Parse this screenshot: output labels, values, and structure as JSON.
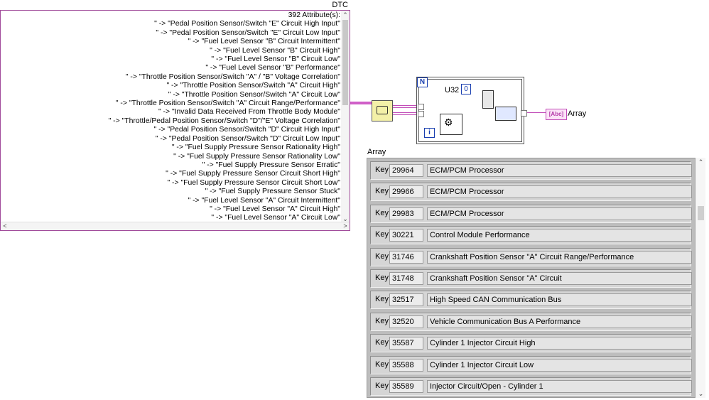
{
  "dtc_dictionary": {
    "title": "DTC Dictionary",
    "attribute_count": "392 Attribute(s):",
    "lines": [
      "\" -> \"Pedal Position Sensor/Switch \"E\" Circuit High Input\"",
      "\" -> \"Pedal Position Sensor/Switch \"E\" Circuit Low Input\"",
      "\" -> \"Fuel Level Sensor \"B\" Circuit Intermittent\"",
      "\" -> \"Fuel Level Sensor \"B\" Circuit High\"",
      "\" -> \"Fuel Level Sensor \"B\" Circuit Low\"",
      "\" -> \"Fuel Level Sensor \"B\" Performance\"",
      "\" -> \"Throttle Position Sensor/Switch \"A\" / \"B\" Voltage Correlation\"",
      "\" -> \"Throttle Position Sensor/Switch \"A\" Circuit High\"",
      "\" -> \"Throttle Position Sensor/Switch \"A\" Circuit Low\"",
      "\" -> \"Throttle Position Sensor/Switch \"A\" Circuit Range/Performance\"",
      "\" -> \"Invalid Data Received From Throttle Body Module\"",
      "\" -> \"Throttle/Pedal Position Sensor/Switch \"D\"/\"E\" Voltage Correlation\"",
      "\" -> \"Pedal Position Sensor/Switch \"D\" Circuit High Input\"",
      "\" -> \"Pedal Position Sensor/Switch \"D\" Circuit Low Input\"",
      "\" -> \"Fuel Supply Pressure Sensor Rationality High\"",
      "\" -> \"Fuel Supply Pressure Sensor Rationality Low\"",
      "\" -> \"Fuel Supply Pressure Sensor Erratic\"",
      "\" -> \"Fuel Supply Pressure Sensor Circuit Short High\"",
      "\" -> \"Fuel Supply Pressure Sensor Circuit Short Low\"",
      "\" -> \"Fuel Supply Pressure Sensor Stuck\"",
      "\" -> \"Fuel Level Sensor \"A\" Circuit Intermittent\"",
      "\" -> \"Fuel Level Sensor \"A\" Circuit High\"",
      "\" -> \"Fuel Level Sensor \"A\" Circuit Low\""
    ]
  },
  "diagram": {
    "loop_count_label": "N",
    "iteration_label": "i",
    "u32_label": "U32",
    "u32_const": "0",
    "array_terminal_label": "Array",
    "array_terminal_glyph": "[Abc]"
  },
  "array_indicator": {
    "title": "Array",
    "key_label": "Key",
    "rows": [
      {
        "key": "29964",
        "desc": "ECM/PCM Processor"
      },
      {
        "key": "29966",
        "desc": "ECM/PCM Processor"
      },
      {
        "key": "29983",
        "desc": "ECM/PCM Processor"
      },
      {
        "key": "30221",
        "desc": "Control Module Performance"
      },
      {
        "key": "31746",
        "desc": "Crankshaft Position Sensor \"A\" Circuit Range/Performance"
      },
      {
        "key": "31748",
        "desc": "Crankshaft Position Sensor \"A\" Circuit"
      },
      {
        "key": "32517",
        "desc": "High Speed CAN Communication Bus"
      },
      {
        "key": "32520",
        "desc": "Vehicle Communication Bus A Performance"
      },
      {
        "key": "35587",
        "desc": "Cylinder 1 Injector Circuit High"
      },
      {
        "key": "35588",
        "desc": "Cylinder 1 Injector Circuit Low"
      },
      {
        "key": "35589",
        "desc": "Injector Circuit/Open - Cylinder 1"
      }
    ]
  }
}
